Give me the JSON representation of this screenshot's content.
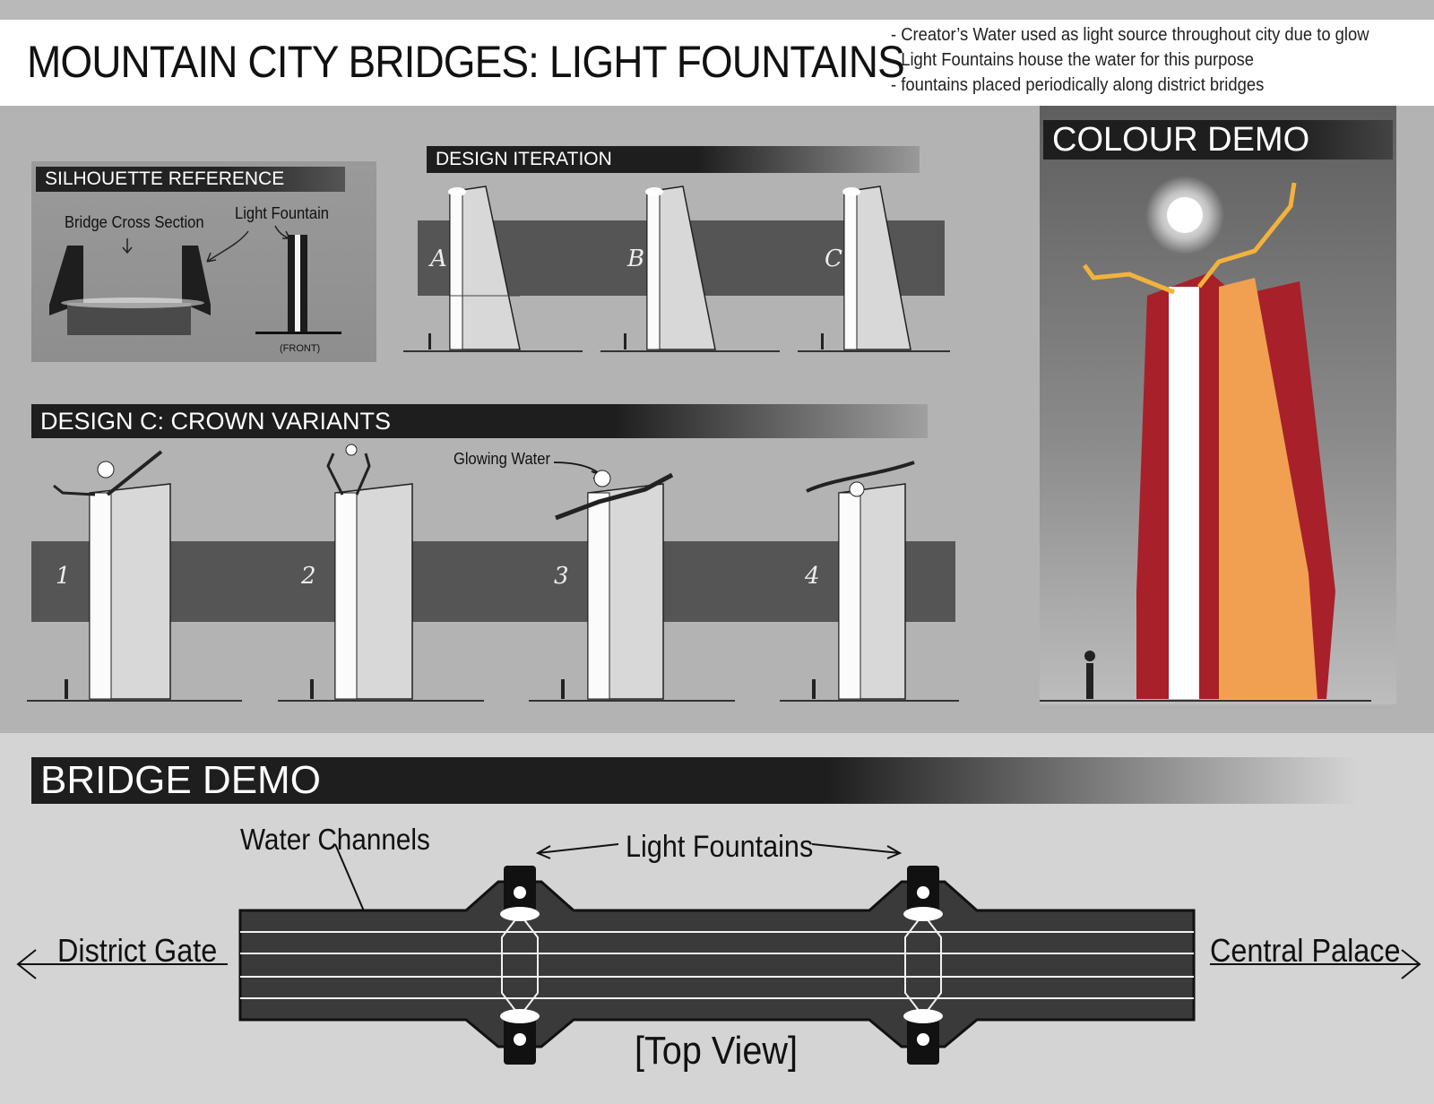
{
  "header": {
    "title": "MOUNTAIN CITY BRIDGES: LIGHT FOUNTAINS",
    "notes": [
      "- Creator’s Water used as light source throughout city due to glow",
      "- Light Fountains house the water for this purpose",
      "- fountains placed periodically along district bridges"
    ]
  },
  "silhouette": {
    "heading": "SILHOUETTE REFERENCE",
    "bridge_label": "Bridge Cross Section",
    "fountain_label": "Light Fountain",
    "front_label": "(FRONT)"
  },
  "iteration": {
    "heading": "DESIGN ITERATION",
    "letters": [
      "A",
      "B",
      "C"
    ]
  },
  "variants": {
    "heading": "DESIGN C: CROWN VARIANTS",
    "numbers": [
      "1",
      "2",
      "3",
      "4"
    ],
    "glow_label": "Glowing Water"
  },
  "colour": {
    "heading": "COLOUR DEMO",
    "colors": {
      "orange": "#f0a050",
      "red": "#a8202a",
      "gold": "#f2b23c"
    }
  },
  "bridge": {
    "heading": "BRIDGE DEMO",
    "water_channels": "Water Channels",
    "light_fountains": "Light Fountains",
    "district_gate": "District Gate",
    "central_palace": "Central Palace",
    "top_view": "[Top View]"
  }
}
